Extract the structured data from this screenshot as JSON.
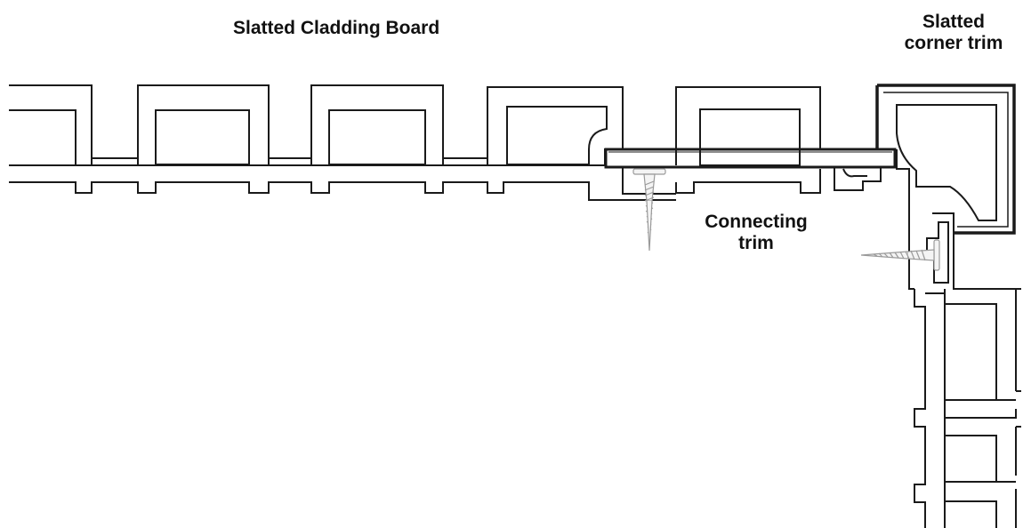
{
  "labels": {
    "cladding_board": "Slatted Cladding Board",
    "corner_trim": [
      "Slatted",
      "corner trim"
    ],
    "connecting_trim": [
      "Connecting",
      "trim"
    ]
  },
  "colors": {
    "outline": "#1a1a1a",
    "background": "#ffffff",
    "screw": "#9a9a9a"
  }
}
